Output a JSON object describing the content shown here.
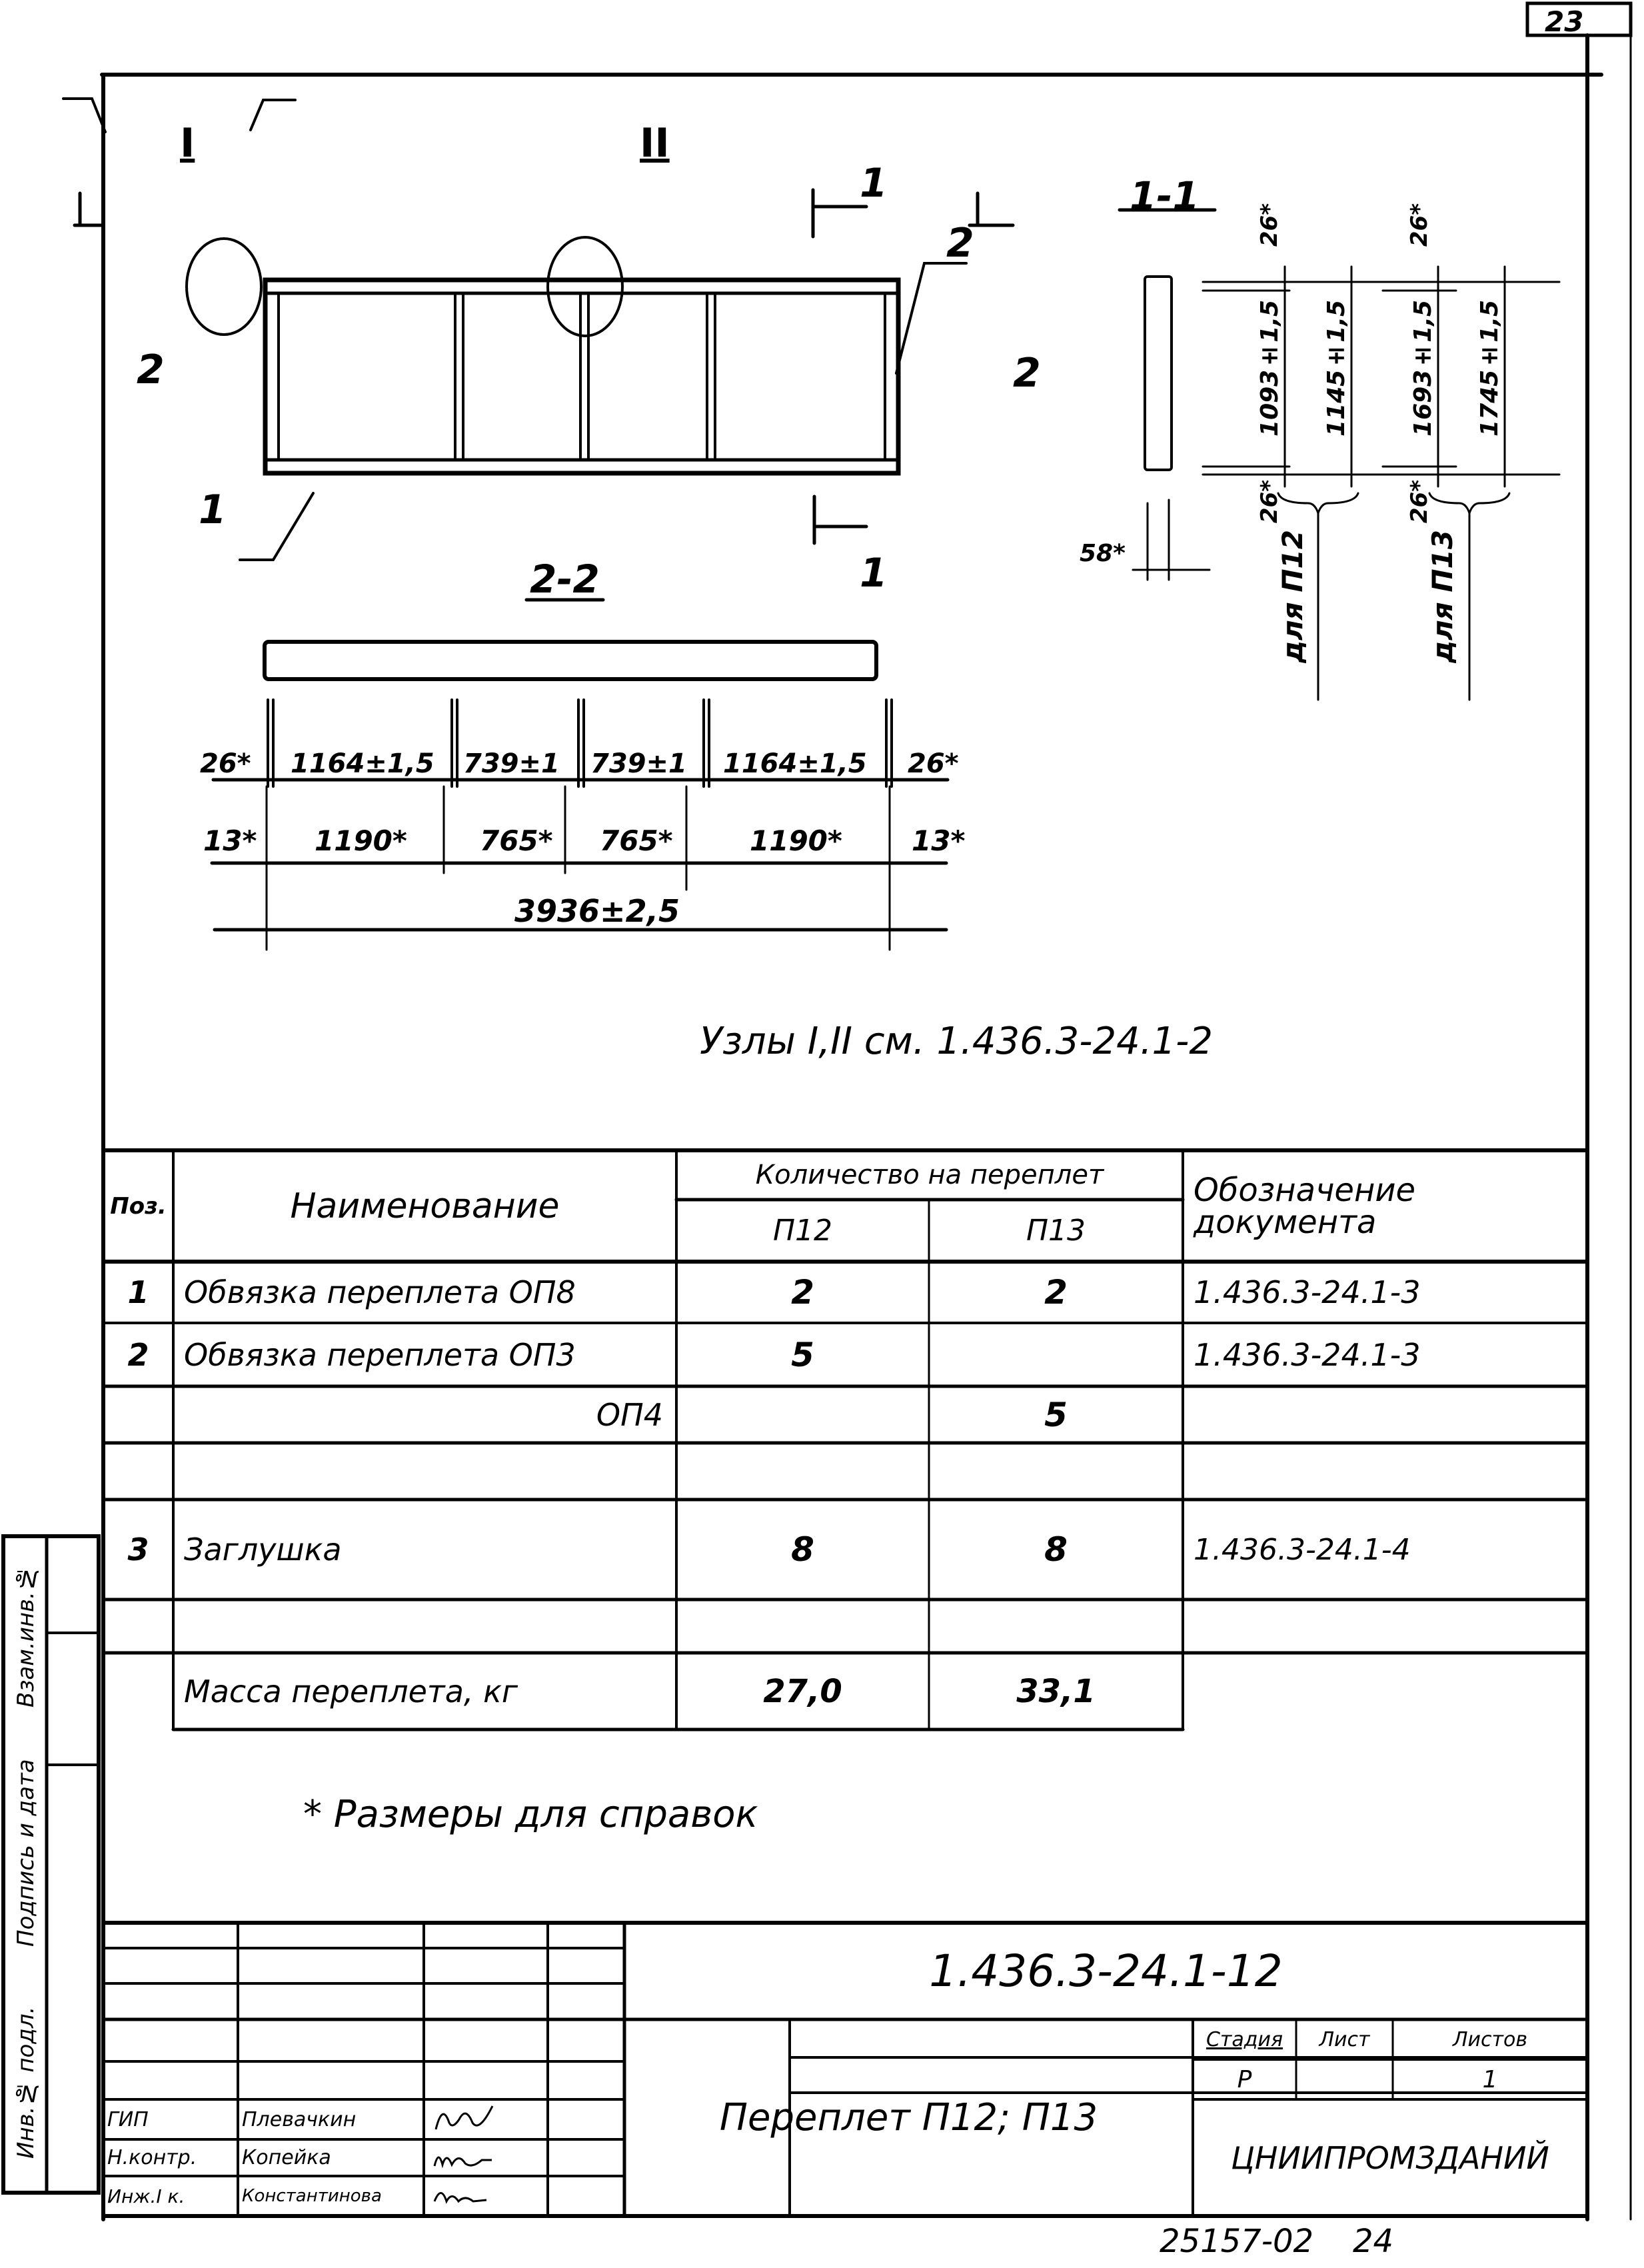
{
  "sheet": {
    "page_number": "23",
    "bottom_code": "25157-02",
    "bottom_page": "24"
  },
  "views": {
    "callout_I": "I",
    "callout_II": "II",
    "section_1_top": "1",
    "section_1_bottom": "1",
    "section_2_left": "2",
    "section_2_right": "2",
    "leader_pos_1": "1",
    "leader_pos_2": "2",
    "section_2_2_title": "2-2",
    "section_1_1_title": "1-1"
  },
  "dimensions_2_2": {
    "row1": [
      "26*",
      "1164±1,5",
      "739±1",
      "739±1",
      "1164±1,5",
      "26*"
    ],
    "row2": [
      "13*",
      "1190*",
      "765*",
      "765*",
      "1190*",
      "13*"
    ],
    "overall": "3936±2,5"
  },
  "dimensions_1_1": {
    "width": "58*",
    "top_offsets": [
      "26*",
      "26*"
    ],
    "bottom_offsets": [
      "26*",
      "26*"
    ],
    "heights": [
      "1093±1,5",
      "1145±1,5",
      "1693±1,5",
      "1745±1,5"
    ],
    "group_labels": [
      "для П12",
      "для П13"
    ]
  },
  "nodes_reference": "Узлы I,II cм. 1.436.3-24.1-2",
  "spec_table": {
    "headers": {
      "pos": "Поз.",
      "name": "Наименование",
      "qty_group": "Количество на переплет",
      "qty_p12": "П12",
      "qty_p13": "П13",
      "doc": "Обозначение документа"
    },
    "rows": [
      {
        "pos": "1",
        "name": "Обвязка переплета ОП8",
        "p12": "2",
        "p13": "2",
        "doc": "1.436.3-24.1-3"
      },
      {
        "pos": "2",
        "name": "Обвязка переплета ОП3",
        "p12": "5",
        "p13": "",
        "doc": "1.436.3-24.1-3"
      },
      {
        "pos": "",
        "name": "ОП4",
        "p12": "",
        "p13": "5",
        "doc": ""
      },
      {
        "pos": "",
        "name": "",
        "p12": "",
        "p13": "",
        "doc": ""
      },
      {
        "pos": "3",
        "name": "Заглушка",
        "p12": "8",
        "p13": "8",
        "doc": "1.436.3-24.1-4"
      },
      {
        "pos": "",
        "name": "",
        "p12": "",
        "p13": "",
        "doc": ""
      },
      {
        "pos": "",
        "name": "Масса переплета, кг",
        "p12": "27,0",
        "p13": "33,1",
        "doc": ""
      }
    ]
  },
  "note": "* Размеры для справок",
  "title_block": {
    "designation": "1.436.3-24.1-12",
    "title": "Переплет П12; П13",
    "stage_label": "Стадия",
    "sheet_label": "Лист",
    "sheets_label": "Листов",
    "stage_value": "Р",
    "sheet_value": "",
    "sheets_value": "1",
    "organization": "ЦНИИПРОМЗДАНИЙ",
    "signatures": [
      {
        "role": "ГИП",
        "name": "Плевачкин",
        "signature": "signed"
      },
      {
        "role": "Н.контр.",
        "name": "Копейка",
        "signature": "signed"
      },
      {
        "role": "Инж.I к.",
        "name": "Константинова",
        "signature": "signed"
      }
    ]
  },
  "side_stamp": {
    "fields": [
      "Инв.№ подл.",
      "Подпись и дата",
      "Взам.инв.№"
    ]
  }
}
